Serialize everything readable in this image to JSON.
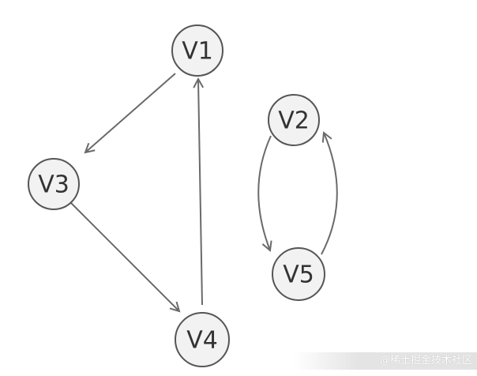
{
  "diagram": {
    "nodes": [
      {
        "id": "v1",
        "label": "V1"
      },
      {
        "id": "v2",
        "label": "V2"
      },
      {
        "id": "v3",
        "label": "V3"
      },
      {
        "id": "v4",
        "label": "V4"
      },
      {
        "id": "v5",
        "label": "V5"
      }
    ],
    "edges": [
      {
        "from": "V1",
        "to": "V3"
      },
      {
        "from": "V3",
        "to": "V4"
      },
      {
        "from": "V4",
        "to": "V1"
      },
      {
        "from": "V2",
        "to": "V5"
      },
      {
        "from": "V5",
        "to": "V2"
      }
    ],
    "colors": {
      "node_fill": "#f2f2f2",
      "node_stroke": "#555555",
      "edge": "#6a6a6a",
      "text": "#333333"
    }
  },
  "watermark": {
    "text": "@稀土掘金技术社区"
  }
}
